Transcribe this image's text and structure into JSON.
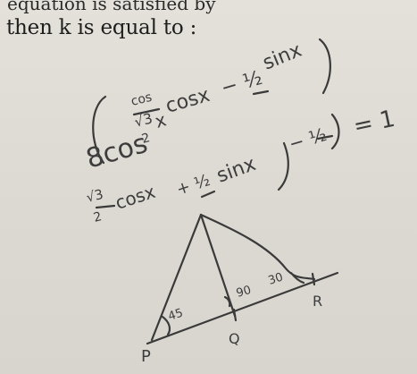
{
  "printed": {
    "cutoff_line": "equation is satisfied by",
    "question_line": "then k is equal to :"
  },
  "handwriting": {
    "line1_lead": "8cos",
    "line1_x": "x",
    "frac_num": "cos",
    "frac_sqrt3": "√3",
    "frac_den": "2",
    "cosx": "cosx",
    "minus_half": "− ½",
    "sinx_top": "sinx",
    "line2_sqrt3": "√3",
    "line2_2": "2",
    "line2_cosx": "cosx",
    "line2_plus": "+ ½",
    "line2_sinx": "sinx",
    "line2_minus_half": "− ½",
    "equals_one": "= 1"
  },
  "diagram": {
    "label_P": "P",
    "label_Q": "Q",
    "label_R": "R",
    "angle_left": "45",
    "angle_mid": "90",
    "angle_right": "30"
  }
}
